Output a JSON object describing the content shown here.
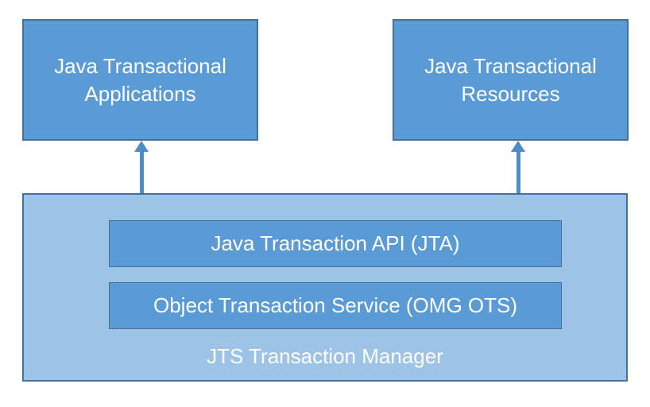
{
  "diagram": {
    "type": "architecture-block-diagram",
    "nodes": {
      "applications": {
        "label": "Java Transactional Applications"
      },
      "resources": {
        "label": "Java Transactional Resources"
      },
      "jta": {
        "label": "Java Transaction API (JTA)"
      },
      "ots": {
        "label": "Object Transaction Service (OMG OTS)"
      },
      "manager": {
        "label": "JTS Transaction Manager"
      }
    },
    "connectors": [
      {
        "from": "applications",
        "to": "jta",
        "style": "double-headed-vertical-arrow"
      },
      {
        "from": "resources",
        "to": "jta",
        "style": "double-headed-vertical-arrow"
      }
    ],
    "colors": {
      "box_fill": "#5B9BD5",
      "box_border": "#41719C",
      "container_fill": "#9DC3E6",
      "container_border": "#41719C",
      "arrow": "#4D8BC9",
      "text": "#FFFFFF"
    }
  }
}
